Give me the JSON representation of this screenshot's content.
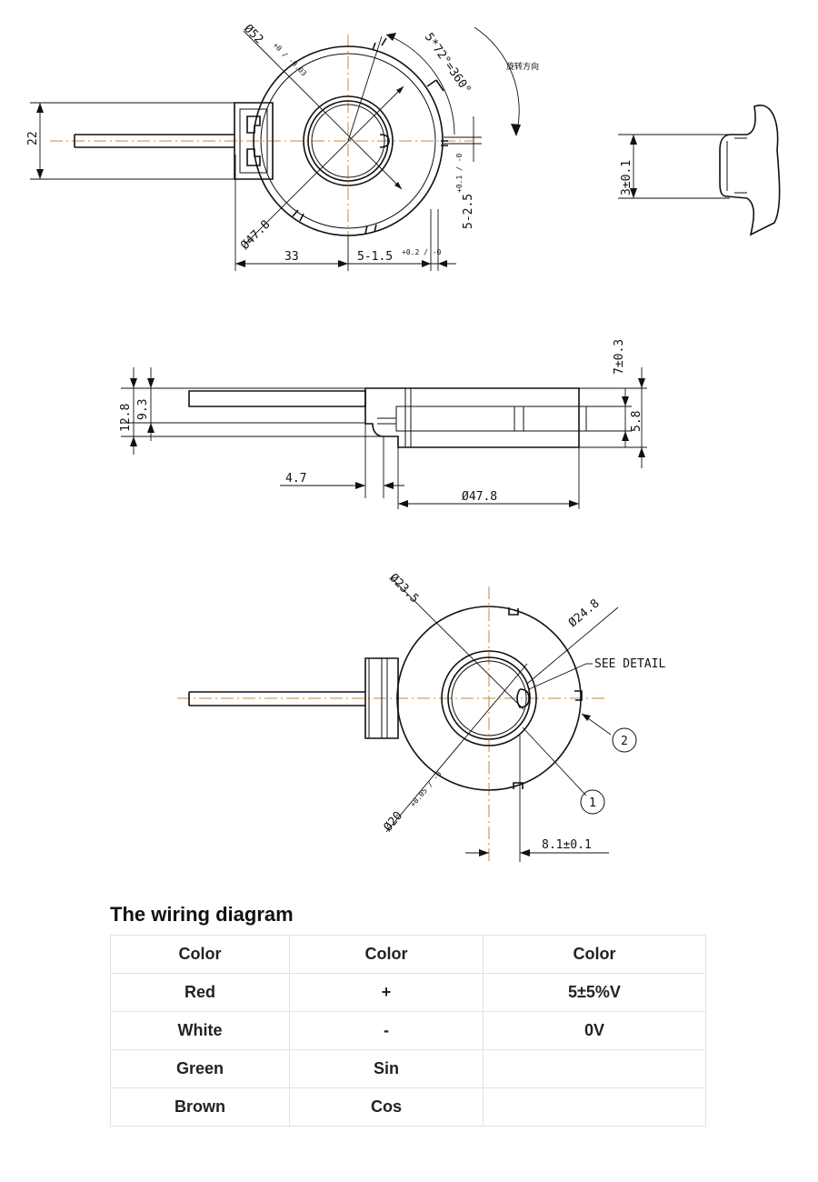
{
  "drawing": {
    "top_view": {
      "d_outer": "Ø52",
      "d_outer_tol": "+0 / -0.03",
      "angle_note": "5*72°=360°",
      "rotation_cn": "旋转方向",
      "d_body": "Ø47.8",
      "dim_22": "22",
      "dim_33": "33",
      "dim_notch_w": "5-1.5",
      "dim_notch_w_tol": "+0.2 / -0",
      "dim_notch_d": "5-2.5",
      "dim_notch_d_tol": "+0.1 / -0"
    },
    "clip_detail": {
      "dim": "3±0.1"
    },
    "side_view": {
      "dim_12_8": "12.8",
      "dim_9_3": "9.3",
      "dim_7": "7±0.3",
      "dim_5_8": "5.8",
      "dim_4_7": "4.7",
      "dim_47_8": "Ø47.8"
    },
    "bottom_view": {
      "d_23_5": "Ø23.5",
      "d_24_8": "Ø24.8",
      "see_detail": "SEE DETAIL",
      "d_20": "Ø20",
      "d_20_tol": "+0.05 / -0",
      "dim_8_1": "8.1±0.1",
      "callout_1": "1",
      "callout_2": "2"
    }
  },
  "wiring": {
    "title": "The wiring diagram",
    "headers": [
      "Color",
      "Color",
      "Color"
    ],
    "rows": [
      [
        "Red",
        "+",
        "5±5%V"
      ],
      [
        "White",
        "-",
        "0V"
      ],
      [
        "Green",
        "Sin",
        ""
      ],
      [
        "Brown",
        "Cos",
        ""
      ]
    ]
  }
}
